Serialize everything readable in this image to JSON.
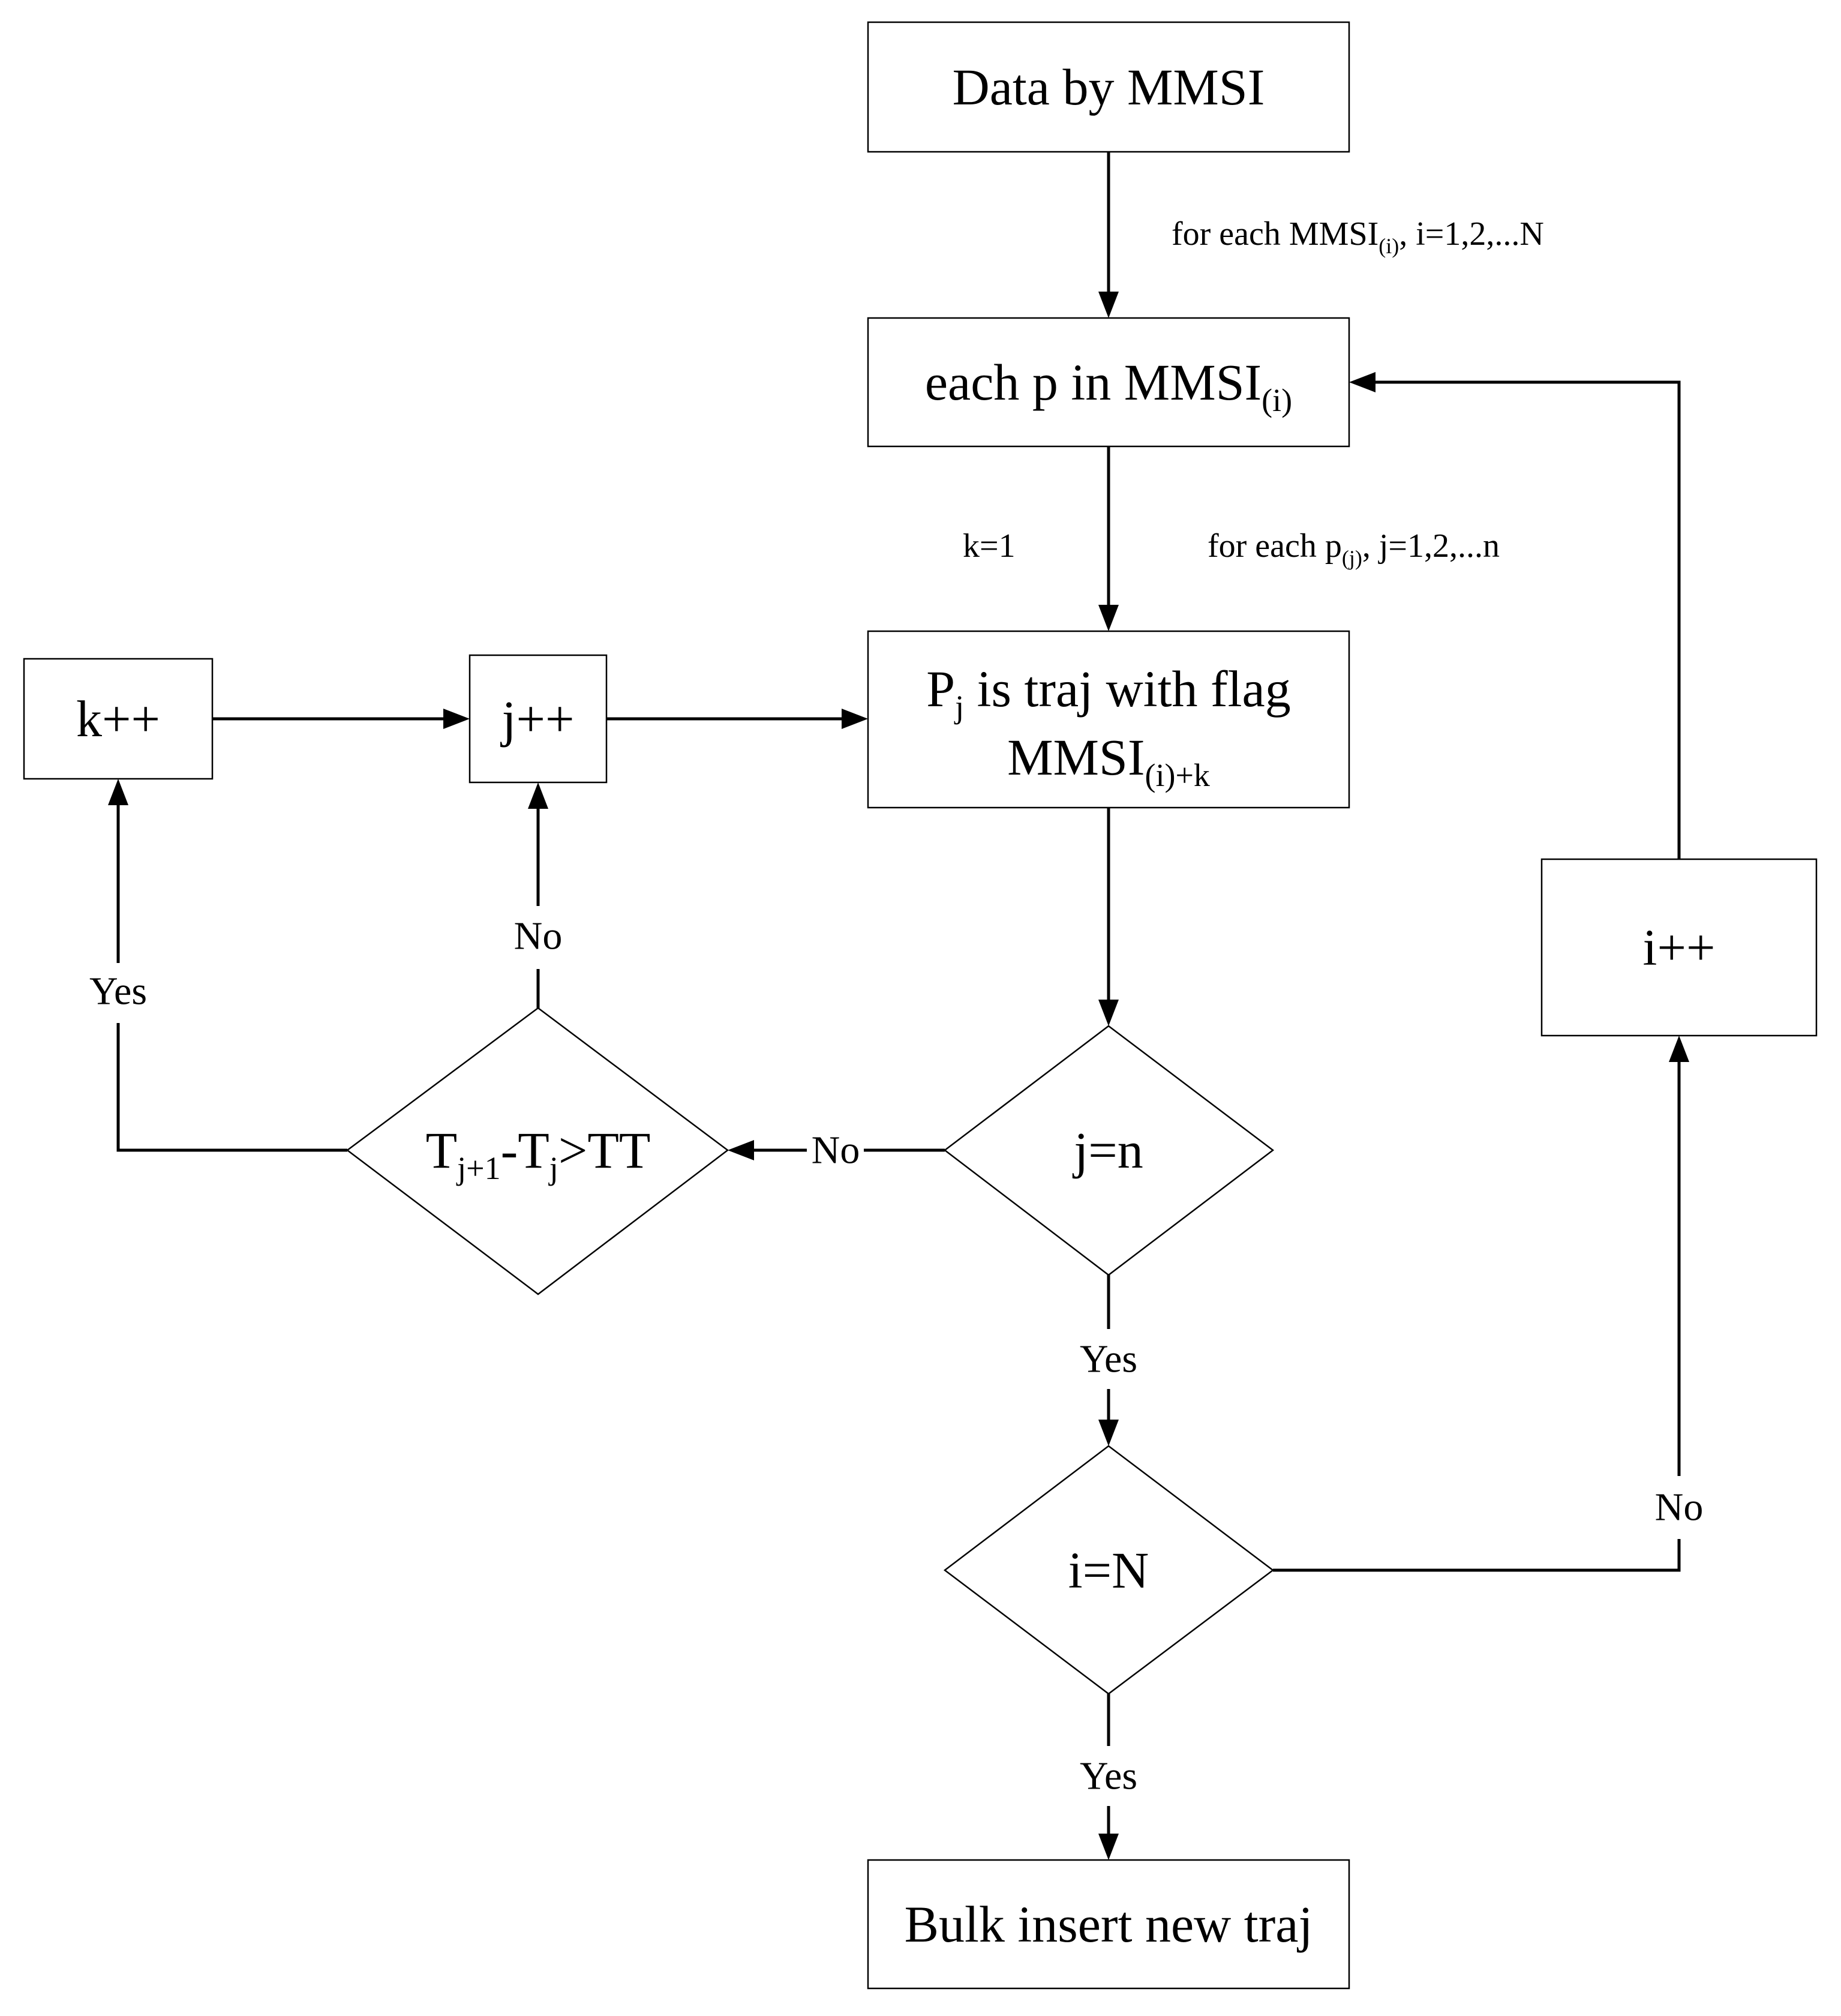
{
  "nodes": {
    "data_by_mmsi": {
      "text": "Data by MMSI"
    },
    "each_p": {
      "text": "each p in MMSI",
      "sub": "(i)"
    },
    "pj_traj": {
      "line1_base": "P",
      "line1_sub": "j",
      "line1_rest": " is traj with flag",
      "line2_base": "MMSI",
      "line2_sub": "(i)+k"
    },
    "j_inc": {
      "text": "j++"
    },
    "k_inc": {
      "text": "k++"
    },
    "i_inc": {
      "text": "i++"
    },
    "j_eq_n": {
      "text": "j=n"
    },
    "i_eq_N": {
      "text": "i=N"
    },
    "t_cond": {
      "t1": "T",
      "s1": "j+1",
      "mid": "-T",
      "s2": "j",
      "rest": ">TT"
    },
    "bulk_insert": {
      "text": "Bulk insert new traj"
    }
  },
  "edge_labels": {
    "for_each_mmsi": {
      "pre": "for each MMSI",
      "sub": "(i)",
      "post": ", i=1,2,...N"
    },
    "k_init": "k=1",
    "for_each_pj": {
      "pre": "for each p",
      "sub": "(j)",
      "post": ", j=1,2,...n"
    },
    "jn_no": "No",
    "jn_yes": "Yes",
    "iN_yes": "Yes",
    "iN_no": "No",
    "t_no": "No",
    "t_yes": "Yes"
  }
}
